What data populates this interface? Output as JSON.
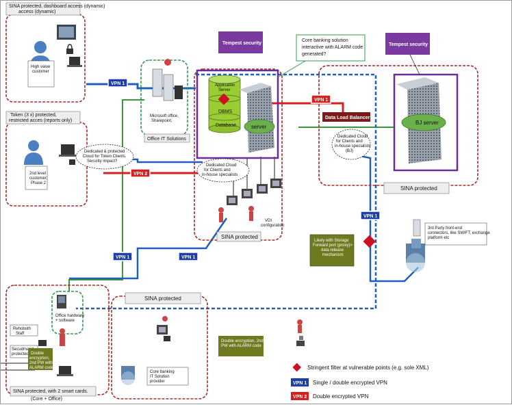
{
  "colors": {
    "zone_border": "#a52a2a",
    "green_dash": "#2e9a4c",
    "blue_dash": "#1f5fb8",
    "purple": "#6a2a9a",
    "purple_fill": "#7a3aa0",
    "red_line": "#d42020",
    "green_line": "#3a9a3a",
    "blue_line": "#1f5fb8",
    "gray_box": "#eeeeee",
    "olive_box": "#6f7a20",
    "dark_red": "#7a1a1a",
    "server_green": "#6ab04c",
    "diamond": "#cc1122"
  },
  "zones": {
    "top_left_title": "SINA protected, dashboard access (dynamic)",
    "high_value_customer": "High value customer",
    "token_title": "Token (3 x) protected, restricted acces (reports only)",
    "second_level_customer": "2nd level customer; Phase 2",
    "dedicated_protected_cloud": "Dedicated & protected Cloud for Token Clients. Security impact?",
    "office_it_device": "Microsoft office, Sharepoint,",
    "office_it_title": "Office IT Solutions",
    "tempest_left": "Tempest security",
    "tempest_right": "Tempest security",
    "core_banking_callout": "Core banking solution interactive with ALARM code generated?",
    "application_server": "Application Server",
    "dbms": "DBMS",
    "database": "Database",
    "server": "server",
    "data_load_balancer": "Data Load Balancer",
    "bj_server": "BJ server",
    "dedicated_cloud_center": "Dedicated Cloud for Clients and in-house specialists",
    "dedicated_cloud_right": "Dedicated Cloud for Clients and in-house specialists (BJ)",
    "vdi": "VDI configuration",
    "sina_center": "SINA protected",
    "sina_right": "SINA protected",
    "storage_note": "Likely with Storage Forward port (proxy)> data release mechanism",
    "third_party": "3rd Party front-end connectors, like SWIFT, exchange platform etc",
    "office_hardware": "Office hardware + software",
    "rehoboth": "Rehoboth Staff",
    "secudmand": "Secudmand protected",
    "double_enc_2nd_pw": "Double encryption, 2nd PW with ALARM code",
    "bottom_left_title": "SINA protected, with 2 smart cards. (Core + Office)",
    "sina_bottom_middle": "SINA protected",
    "core_banking_provider": "Core banking IT Solution provider",
    "double_enc_right": "Double encryption, 2nd PW with ALARM code"
  },
  "vpn_tags": {
    "top_left": "VPN 1",
    "token_vpn2": "VPN 2",
    "center_red": "VPN 1",
    "left_green": "VPN 1",
    "mid_blue": "VPN 1",
    "right_blue": "VPN 1"
  },
  "legend": {
    "stringent_filter": "Stringent filter at vulnerable  points (e.g. sole XML)",
    "vpn1_tag": "VPN 1",
    "vpn1_text": "Single / double encrypted VPN",
    "vpn2_tag": "VPN 2",
    "vpn2_text": "Double encrypted VPN"
  }
}
